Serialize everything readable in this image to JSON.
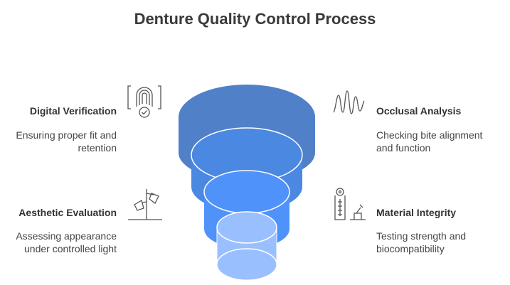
{
  "title": "Denture Quality Control Process",
  "steps": [
    {
      "title": "Digital Verification",
      "desc1": "Ensuring proper fit and",
      "desc2": "retention",
      "icon": "fingerprint-check-icon"
    },
    {
      "title": "Occlusal Analysis",
      "desc1": "Checking bite alignment",
      "desc2": "and function",
      "icon": "waveform-icon"
    },
    {
      "title": "Aesthetic Evaluation",
      "desc1": "Assessing appearance",
      "desc2": "under controlled light",
      "icon": "lamp-icon"
    },
    {
      "title": "Material Integrity",
      "desc1": "Testing strength and",
      "desc2": "biocompatibility",
      "icon": "test-gauge-icon"
    }
  ],
  "colors": {
    "level1": "#5080c8",
    "level2": "#4a88e2",
    "level3": "#4f93fa",
    "level4": "#99bfff"
  }
}
